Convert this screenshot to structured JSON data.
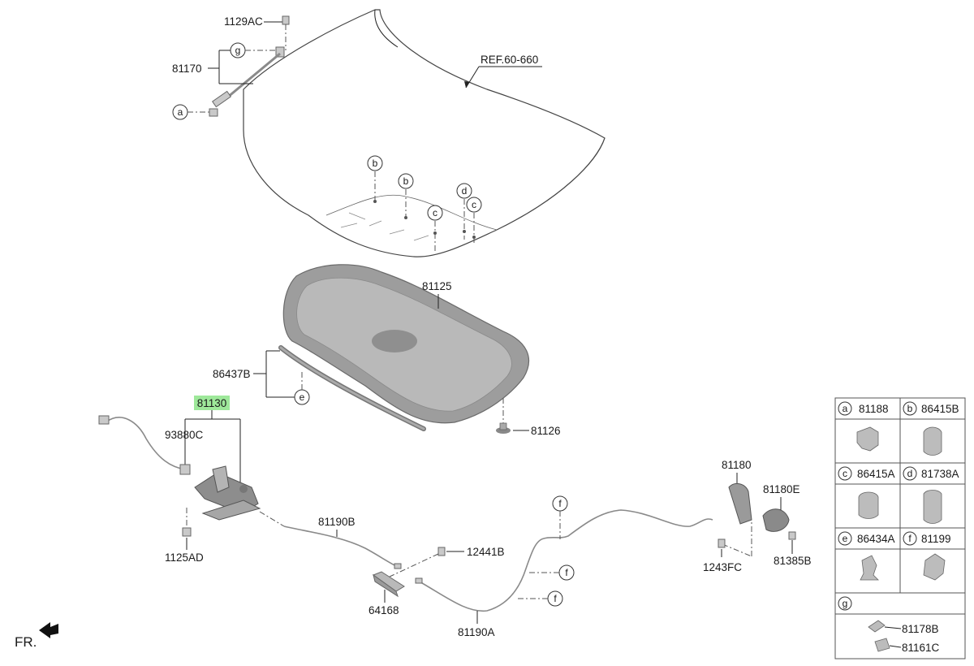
{
  "labels": {
    "p1129AC": "1129AC",
    "p81170": "81170",
    "ref": "REF.60-660",
    "p81125": "81125",
    "p86437B": "86437B",
    "p81130": "81130",
    "p93880C": "93880C",
    "p81126": "81126",
    "p81190B": "81190B",
    "p1125AD": "1125AD",
    "p12441B": "12441B",
    "p64168": "64168",
    "p81190A": "81190A",
    "p81180": "81180",
    "p81180E": "81180E",
    "p1243FC": "1243FC",
    "p81385B": "81385B",
    "fr": "FR."
  },
  "callouts": {
    "a": "a",
    "b": "b",
    "c": "c",
    "d": "d",
    "e": "e",
    "f": "f",
    "g": "g"
  },
  "highlight_color": "#9ee89a",
  "legend": {
    "a": {
      "letter": "a",
      "part": "81188"
    },
    "b": {
      "letter": "b",
      "part": "86415B"
    },
    "c": {
      "letter": "c",
      "part": "86415A"
    },
    "d": {
      "letter": "d",
      "part": "81738A"
    },
    "e": {
      "letter": "e",
      "part": "86434A"
    },
    "f": {
      "letter": "f",
      "part": "81199"
    },
    "g": {
      "letter": "g",
      "part1": "81178B",
      "part2": "81161C"
    }
  }
}
